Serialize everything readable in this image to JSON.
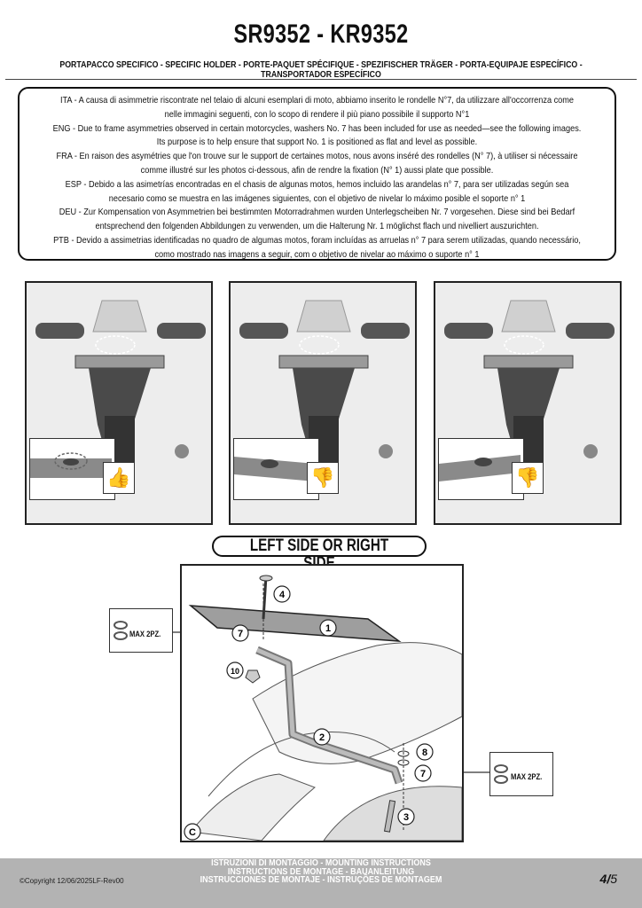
{
  "title": "SR9352 - KR9352",
  "subtitle": "PORTAPACCO SPECIFICO - SPECIFIC HOLDER - PORTE-PAQUET SPÉCIFIQUE - SPEZIFISCHER TRÄGER - PORTA-EQUIPAJE ESPECÍFICO - TRANSPORTADOR ESPECÍFICO",
  "notes": [
    "ITA - A causa di asimmetrie riscontrate nel telaio di alcuni esemplari di moto, abbiamo inserito le rondelle N°7, da utilizzare all'occorrenza come nelle immagini seguenti, con lo scopo di rendere il più piano possibile il supporto N°1",
    "ENG - Due to frame asymmetries observed in certain motorcycles, washers No. 7 has been included for use as needed—see the following images. Its purpose is to help ensure that support No. 1 is positioned as flat and level as possible.",
    "FRA - En raison des asymétries que l'on trouve sur le support de certaines motos, nous avons inséré des rondelles (N° 7), à utiliser si nécessaire comme illustré sur les photos ci-dessous, afin de rendre la fixation (N° 1) aussi plate que possible.",
    "ESP - Debido a las asimetrías encontradas en el chasis de algunas motos, hemos incluido las arandelas n° 7, para ser utilizadas según sea necesario como se muestra en las imágenes siguientes, con el objetivo de nivelar lo máximo posible el soporte n° 1",
    "DEU - Zur Kompensation von Asymmetrien bei bestimmten Motorradrahmen wurden Unterlegscheiben Nr. 7 vorgesehen. Diese sind bei Bedarf entsprechend den folgenden Abbildungen zu verwenden, um die Halterung Nr. 1 möglichst flach und nivelliert auszurichten.",
    "PTB - Devido a assimetrias identificadas no quadro de algumas motos, foram incluídas as arruelas n° 7 para serem utilizadas, quando necessário, como mostrado nas imagens a seguir, com o objetivo de nivelar ao máximo o suporte n° 1"
  ],
  "photos": [
    {
      "icon": "thumbs-up-icon",
      "glyph": "👍"
    },
    {
      "icon": "thumbs-down-icon",
      "glyph": "👎"
    },
    {
      "icon": "thumbs-down-icon",
      "glyph": "👎"
    }
  ],
  "side_title": "LEFT SIDE OR RIGHT SIDE",
  "max_label_left": "MAX 2PZ.",
  "max_label_right": "MAX 2PZ.",
  "callouts": {
    "c1": "1",
    "c2": "2",
    "c3": "3",
    "c4": "4",
    "c7a": "7",
    "c7b": "7",
    "c8": "8",
    "c10": "10",
    "cC": "C"
  },
  "footer": {
    "line1": "ISTRUZIONI DI MONTAGGIO  -  MOUNTING INSTRUCTIONS",
    "line2": "INSTRUCTIONS DE MONTAGE - BAUANLEITUNG",
    "line3": "INSTRUCCIONES DE MONTAJE - INSTRUÇÕES DE MONTAGEM",
    "copyright": "©Copyright 12/06/2025LF-Rev00",
    "page_current": "4",
    "page_total": "5"
  }
}
